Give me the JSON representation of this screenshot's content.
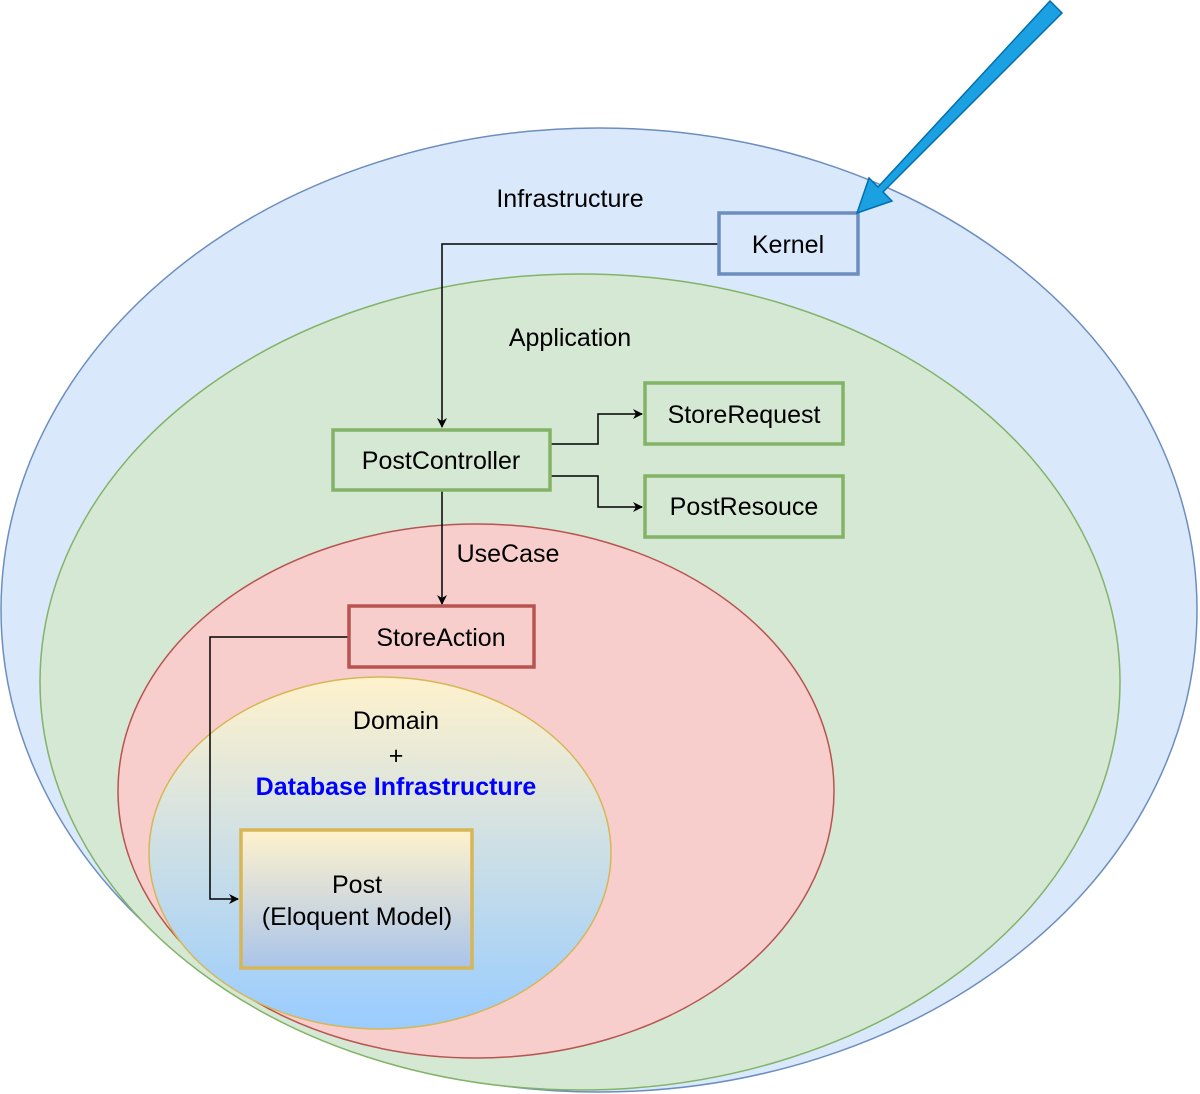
{
  "layers": {
    "infrastructure": {
      "label": "Infrastructure",
      "fill": "#dae8fc",
      "stroke": "#6c8ebf"
    },
    "application": {
      "label": "Application",
      "fill": "#d5e8d4",
      "stroke": "#82b366"
    },
    "usecase": {
      "label": "UseCase",
      "fill": "#f8cecc",
      "stroke": "#b85450"
    },
    "domain": {
      "label": "Domain",
      "plus": "+",
      "label2": "Database Infrastructure",
      "fill_top": "#fff2cc",
      "fill_bottom": "#99ccff",
      "stroke": "#d6b656"
    }
  },
  "nodes": {
    "kernel": {
      "label": "Kernel"
    },
    "post_controller": {
      "label": "PostController"
    },
    "store_request": {
      "label": "StoreRequest"
    },
    "post_resource": {
      "label": "PostResouce"
    },
    "store_action": {
      "label": "StoreAction"
    },
    "post_model": {
      "line1": "Post",
      "line2": "(Eloquent Model)"
    }
  },
  "colors": {
    "entry_arrow": "#1ba1e2",
    "entry_arrow_stroke": "#006eaf",
    "edge": "#000000",
    "database_text": "#0000ff"
  }
}
